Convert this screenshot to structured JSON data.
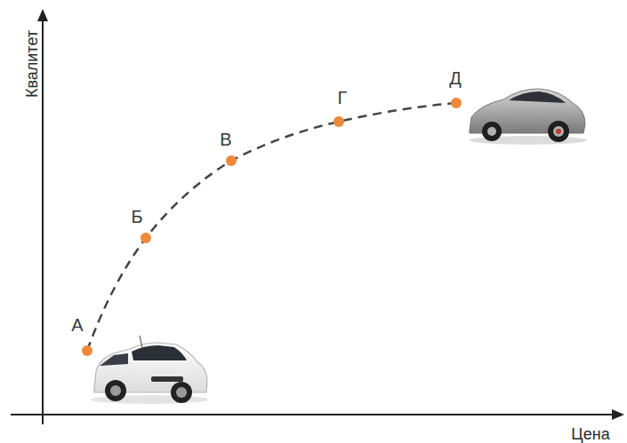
{
  "diagram": {
    "labels": [
      "Квалитет",
      "Цена",
      "А",
      "Б",
      "В",
      "Г",
      "Д"
    ]
  }
}
